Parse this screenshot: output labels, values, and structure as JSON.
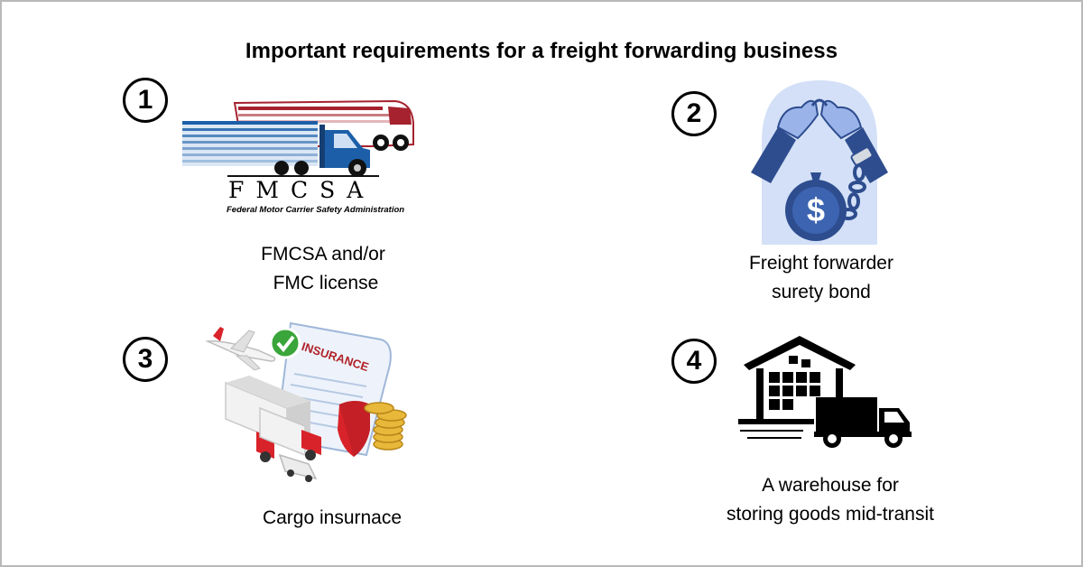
{
  "title": "Important requirements for a freight forwarding business",
  "items": [
    {
      "number": "1",
      "caption_lines": [
        "FMCSA and/or",
        " FMC license"
      ],
      "icon": "fmcsa-logo-trucks"
    },
    {
      "number": "2",
      "caption_lines": [
        "Freight forwarder",
        "surety bond"
      ],
      "icon": "pinky-promise-chained-money-bag"
    },
    {
      "number": "3",
      "caption_lines": [
        "Cargo insurnace"
      ],
      "icon": "insurance-document-vehicles"
    },
    {
      "number": "4",
      "caption_lines": [
        "A warehouse for",
        "storing goods mid-transit"
      ],
      "icon": "warehouse-truck"
    }
  ],
  "fmcsa_logo": {
    "letters": "FMCSA",
    "subtitle": "Federal Motor Carrier Safety Administration"
  },
  "insurance_doc_label": "INSURANCE",
  "money_symbol": "$",
  "colors": {
    "fmcsa_blue": "#1c5fa8",
    "fmcsa_red": "#a5222e",
    "bond_blue": "#2e4d8f",
    "glove": "#9ab4ea",
    "insurance_red": "#b0232a",
    "coin": "#e8b83a",
    "check_green": "#3aa53a"
  }
}
